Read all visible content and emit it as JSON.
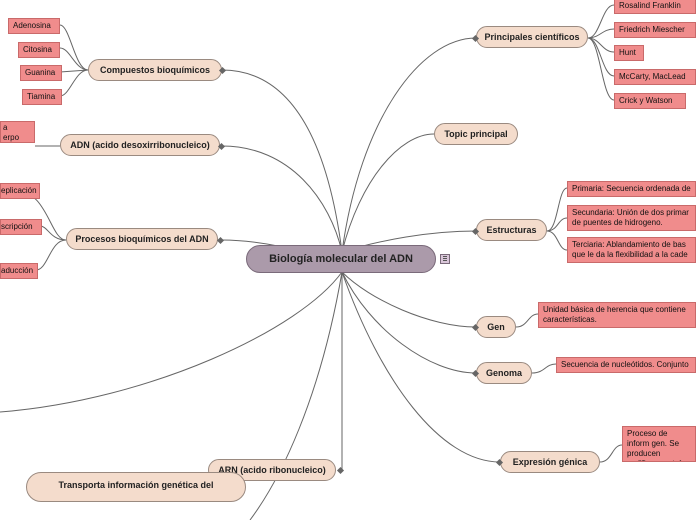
{
  "central": "Biología molecular del ADN",
  "topics": {
    "compuestos": "Compuestos bioquímicos",
    "adn": "ADN (acido desoxirribonucleico)",
    "procesos": "Procesos bioquímicos del ADN",
    "cientificos": "Principales científicos",
    "topic": "Topic principal",
    "estructuras": "Estructuras",
    "gen": "Gen",
    "genoma": "Genoma",
    "expresion": "Expresión génica",
    "arn": "ARN (acido ribonucleico)",
    "transporta": "Transporta información genética del"
  },
  "compuestos_items": [
    "Adenosina",
    "Citosina",
    "Guanina",
    "Tiamina"
  ],
  "adn_detail": [
    "a",
    "erpo"
  ],
  "procesos_items": [
    "eplicación",
    "scripción",
    "aducción"
  ],
  "cientificos_items": [
    "Rosalind Franklin",
    "Friedrich Miescher",
    "Hunt",
    "McCarty, MacLead",
    "Crick y Watson"
  ],
  "estructuras_items": [
    "Primaria: Secuencia ordenada de",
    "Secundaria: Unión de dos primar de puentes de hidrogeno.",
    "Terciaria: Ablandamiento de bas que le da la flexibilidad a la cade"
  ],
  "gen_detail": "Unidad básica de herencia que contiene características.",
  "genoma_detail": "Secuencia de nucleótidos. Conjunto",
  "expresion_detail": "Proceso de inform gen. Se producen codifican proteína",
  "colors": {
    "leaf": "#f08c8c",
    "topic": "#f4dccc",
    "central": "#ab9aaa",
    "line": "#666666"
  }
}
